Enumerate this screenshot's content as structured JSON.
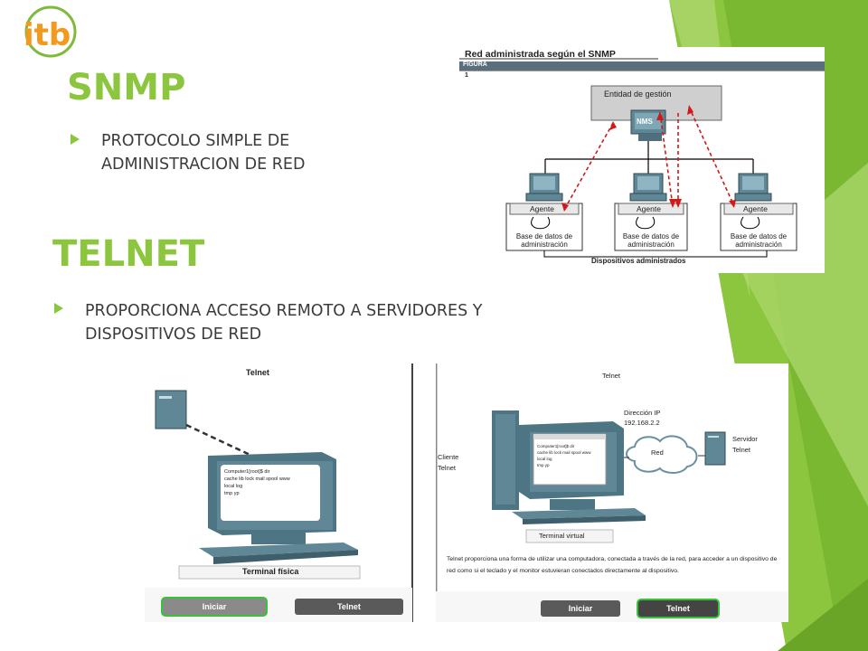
{
  "logo": {
    "text": "itb"
  },
  "snmp": {
    "title": "SNMP",
    "bullet": "PROTOCOLO SIMPLE DE ADMINISTRACION DE RED"
  },
  "telnet": {
    "title": "TELNET",
    "bullet": "PROPORCIONA ACCESO REMOTO A SERVIDORES Y DISPOSITIVOS DE RED"
  },
  "snmp_figure": {
    "heading": "Red administrada según el SNMP",
    "tag": "FIGURA",
    "tag_number": "1",
    "management_entity": "Entidad de gestión",
    "nms": "NMS",
    "agent": "Agente",
    "database": "Base de datos de administración",
    "managed_devices": "Dispositivos administrados"
  },
  "telnet_figure_left": {
    "title": "Telnet",
    "screen_lines": [
      "Computer1[root]$ dir",
      "cache lib lock mail spool www",
      "local log",
      "tmp   yp"
    ],
    "caption": "Terminal física",
    "btn_start": "Iniciar",
    "btn_telnet": "Telnet"
  },
  "telnet_figure_right": {
    "title": "Telnet",
    "ip_label": "Dirección IP",
    "ip_value": "192.168.2.2",
    "client": "Cliente Telnet",
    "network": "Red",
    "server": "Servidor Telnet",
    "screen_lines": [
      "Computer1[root]$ dir",
      "cache lib lock mail spool www",
      "local log",
      "tmp   yp"
    ],
    "caption": "Terminal virtual",
    "description": "Telnet proporciona una forma de utilizar una computadora, conectada a través de la red, para acceder a un dispositivo de red como si el teclado y el monitor estuvieran conectados directamente al dispositivo.",
    "btn_start": "Iniciar",
    "btn_telnet": "Telnet"
  },
  "colors": {
    "accent": "#8cc63f",
    "accent_dark": "#6aa527",
    "text": "#3b3b3b"
  }
}
